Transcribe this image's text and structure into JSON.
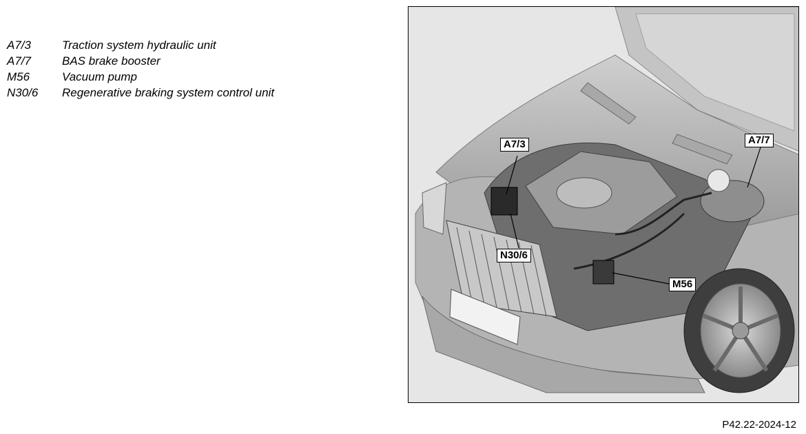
{
  "legend": [
    {
      "code": "A7/3",
      "description": "Traction system hydraulic unit"
    },
    {
      "code": "A7/7",
      "description": "BAS brake booster"
    },
    {
      "code": "M56",
      "description": "Vacuum pump"
    },
    {
      "code": "N30/6",
      "description": "Regenerative braking system control unit"
    }
  ],
  "callouts": {
    "a7_3": "A7/3",
    "a7_7": "A7/7",
    "n30_6": "N30/6",
    "m56": "M56"
  },
  "figure_ref": "P42.22-2024-12"
}
